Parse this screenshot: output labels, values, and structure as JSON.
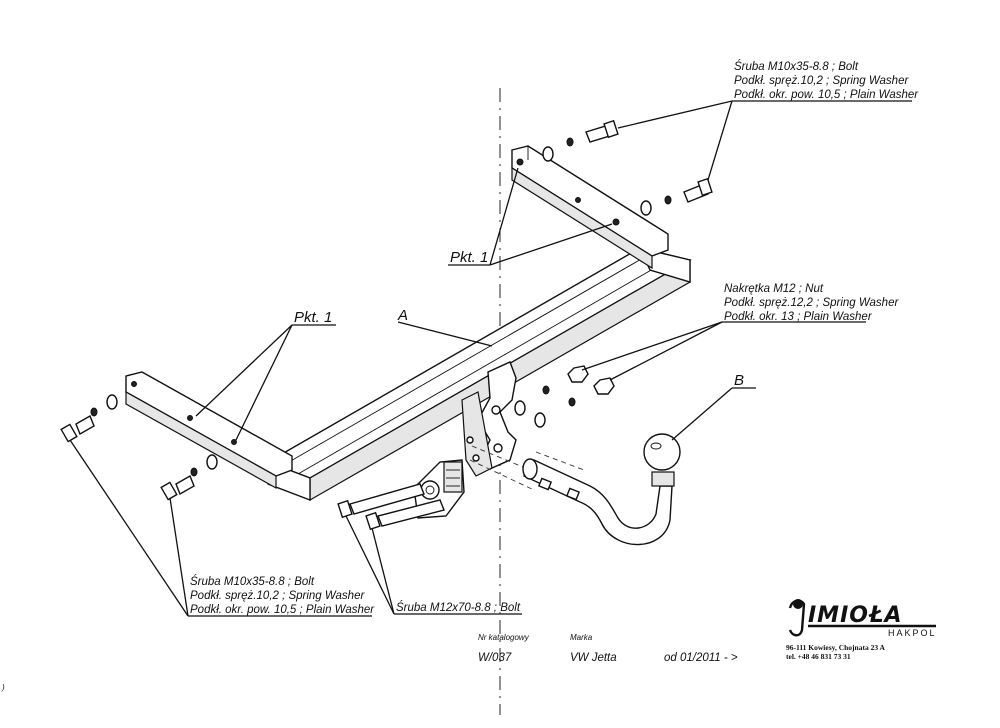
{
  "callouts": {
    "top_right": {
      "line1": "Śruba M10x35-8.8 ;  Bolt",
      "line2": "Podkł. spręż.10,2 ; Spring Washer",
      "line3": "Podkł. okr. pow. 10,5 ; Plain Washer"
    },
    "nut": {
      "line1": "Nakrętka  M12 ; Nut",
      "line2": "Podkł. spręż.12,2 ; Spring Washer",
      "line3": "Podkł. okr. 13 ; Plain Washer"
    },
    "bottom_left": {
      "line1": "Śruba M10x35-8.8 ;  Bolt",
      "line2": "Podkł. spręż.10,2 ; Spring Washer",
      "line3": "Podkł. okr. pow. 10,5 ; Plain Washer"
    },
    "bottom_mid": {
      "line1": "Śruba M12x70-8.8 ;  Bolt"
    }
  },
  "labels": {
    "pkt_top": "Pkt. 1",
    "pkt_left": "Pkt. 1",
    "part_a": "A",
    "part_b": "B"
  },
  "info": {
    "catalog_label": "Nr katalogowy",
    "catalog_value": "W/037",
    "make_label": "Marka",
    "make_value": "VW Jetta",
    "date_value": "od 01/2011 - >"
  },
  "brand": {
    "logo": "IMIOŁA",
    "sub": "HAKPOL",
    "address": "96-111 Kowiesy, Chojnata 23 A",
    "phone": "tel. +48 46 831 73 31"
  }
}
